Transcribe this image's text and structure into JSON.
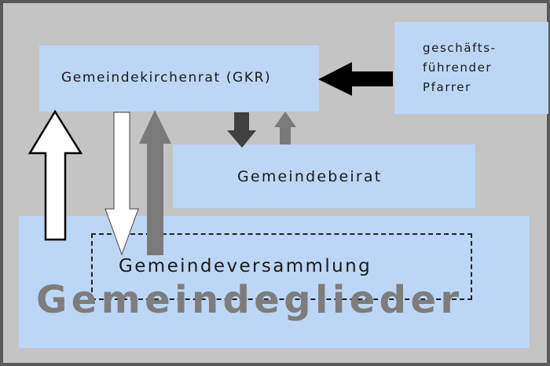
{
  "diagram": {
    "gkr_label": "Gemeindekirchenrat (GKR)",
    "pfarrer_label": [
      "geschäfts-",
      "führender",
      "Pfarrer"
    ],
    "beirat_label": "Gemeindebeirat",
    "versammlung_label": "Gemeindeversammlung",
    "glieder_label": "Gemeindeglieder"
  },
  "colors": {
    "background": "#c4c4c4",
    "frame": "#595959",
    "box": "#bcd7f5",
    "arrow_dark": "#404040",
    "arrow_gray": "#7a7a7a",
    "big_text": "#7d7d7d"
  }
}
